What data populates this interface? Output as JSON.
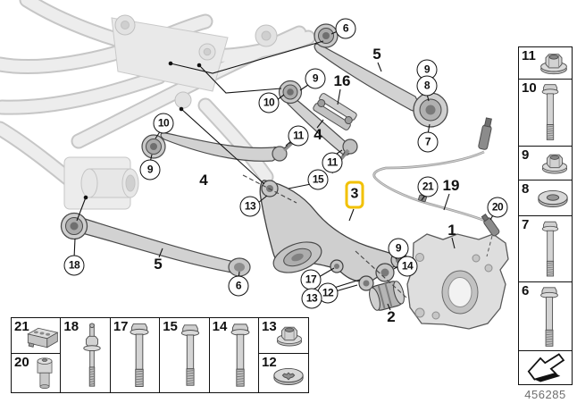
{
  "colors": {
    "highlight_border": "#F2C101",
    "part_fill": "#d2d2d2",
    "frame_fill": "#ececec"
  },
  "diagram": {
    "highlight": {
      "label": "3"
    },
    "circled": [
      {
        "label": "6"
      },
      {
        "label": "9"
      },
      {
        "label": "10"
      },
      {
        "label": "9"
      },
      {
        "label": "8"
      },
      {
        "label": "7"
      },
      {
        "label": "11"
      },
      {
        "label": "11"
      },
      {
        "label": "10"
      },
      {
        "label": "9"
      },
      {
        "label": "13"
      },
      {
        "label": "15"
      },
      {
        "label": "21"
      },
      {
        "label": "20"
      },
      {
        "label": "9"
      },
      {
        "label": "14"
      },
      {
        "label": "17"
      },
      {
        "label": "12"
      },
      {
        "label": "13"
      },
      {
        "label": "18"
      },
      {
        "label": "6"
      }
    ],
    "plain": [
      {
        "label": "5"
      },
      {
        "label": "16"
      },
      {
        "label": "4"
      },
      {
        "label": "4"
      },
      {
        "label": "5"
      },
      {
        "label": "19"
      },
      {
        "label": "1"
      },
      {
        "label": "2"
      }
    ]
  },
  "right_column": {
    "items": [
      {
        "label": "11",
        "icon": "flange-nut"
      },
      {
        "label": "10",
        "icon": "hex-bolt"
      },
      {
        "label": "9",
        "icon": "flange-nut"
      },
      {
        "label": "8",
        "icon": "washer"
      },
      {
        "label": "7",
        "icon": "long-bolt"
      },
      {
        "label": "6",
        "icon": "hex-bolt"
      }
    ],
    "arrow_icon": "direction-arrow"
  },
  "bottom_row": {
    "items": [
      {
        "label": "21",
        "icon": "cable-holder"
      },
      {
        "label": "20",
        "icon": "spacer-sleeve"
      },
      {
        "label": "18",
        "icon": "stud-bolt"
      },
      {
        "label": "17",
        "icon": "hex-bolt"
      },
      {
        "label": "15",
        "icon": "hex-bolt"
      },
      {
        "label": "14",
        "icon": "hex-bolt"
      },
      {
        "label": "13",
        "icon": "flange-nut"
      },
      {
        "label": "12",
        "icon": "splined-washer"
      }
    ]
  },
  "footer": {
    "code": "456285"
  }
}
